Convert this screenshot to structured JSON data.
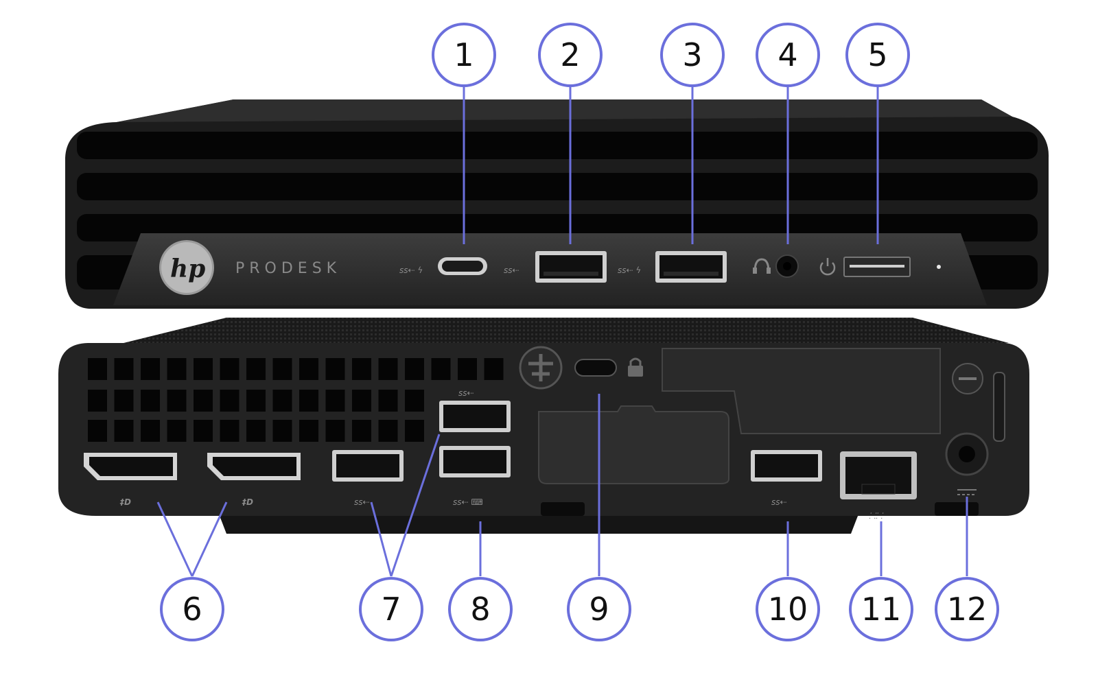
{
  "device": {
    "logo_text": "hp",
    "model_label": "PRODESK"
  },
  "callouts": [
    {
      "number": "1"
    },
    {
      "number": "2"
    },
    {
      "number": "3"
    },
    {
      "number": "4"
    },
    {
      "number": "5"
    },
    {
      "number": "6"
    },
    {
      "number": "7"
    },
    {
      "number": "8"
    },
    {
      "number": "9"
    },
    {
      "number": "10"
    },
    {
      "number": "11"
    },
    {
      "number": "12"
    }
  ],
  "colors": {
    "callout_stroke": "#6b6fdc",
    "chassis": "#1e1e1e",
    "panel": "#2b2b2b"
  }
}
